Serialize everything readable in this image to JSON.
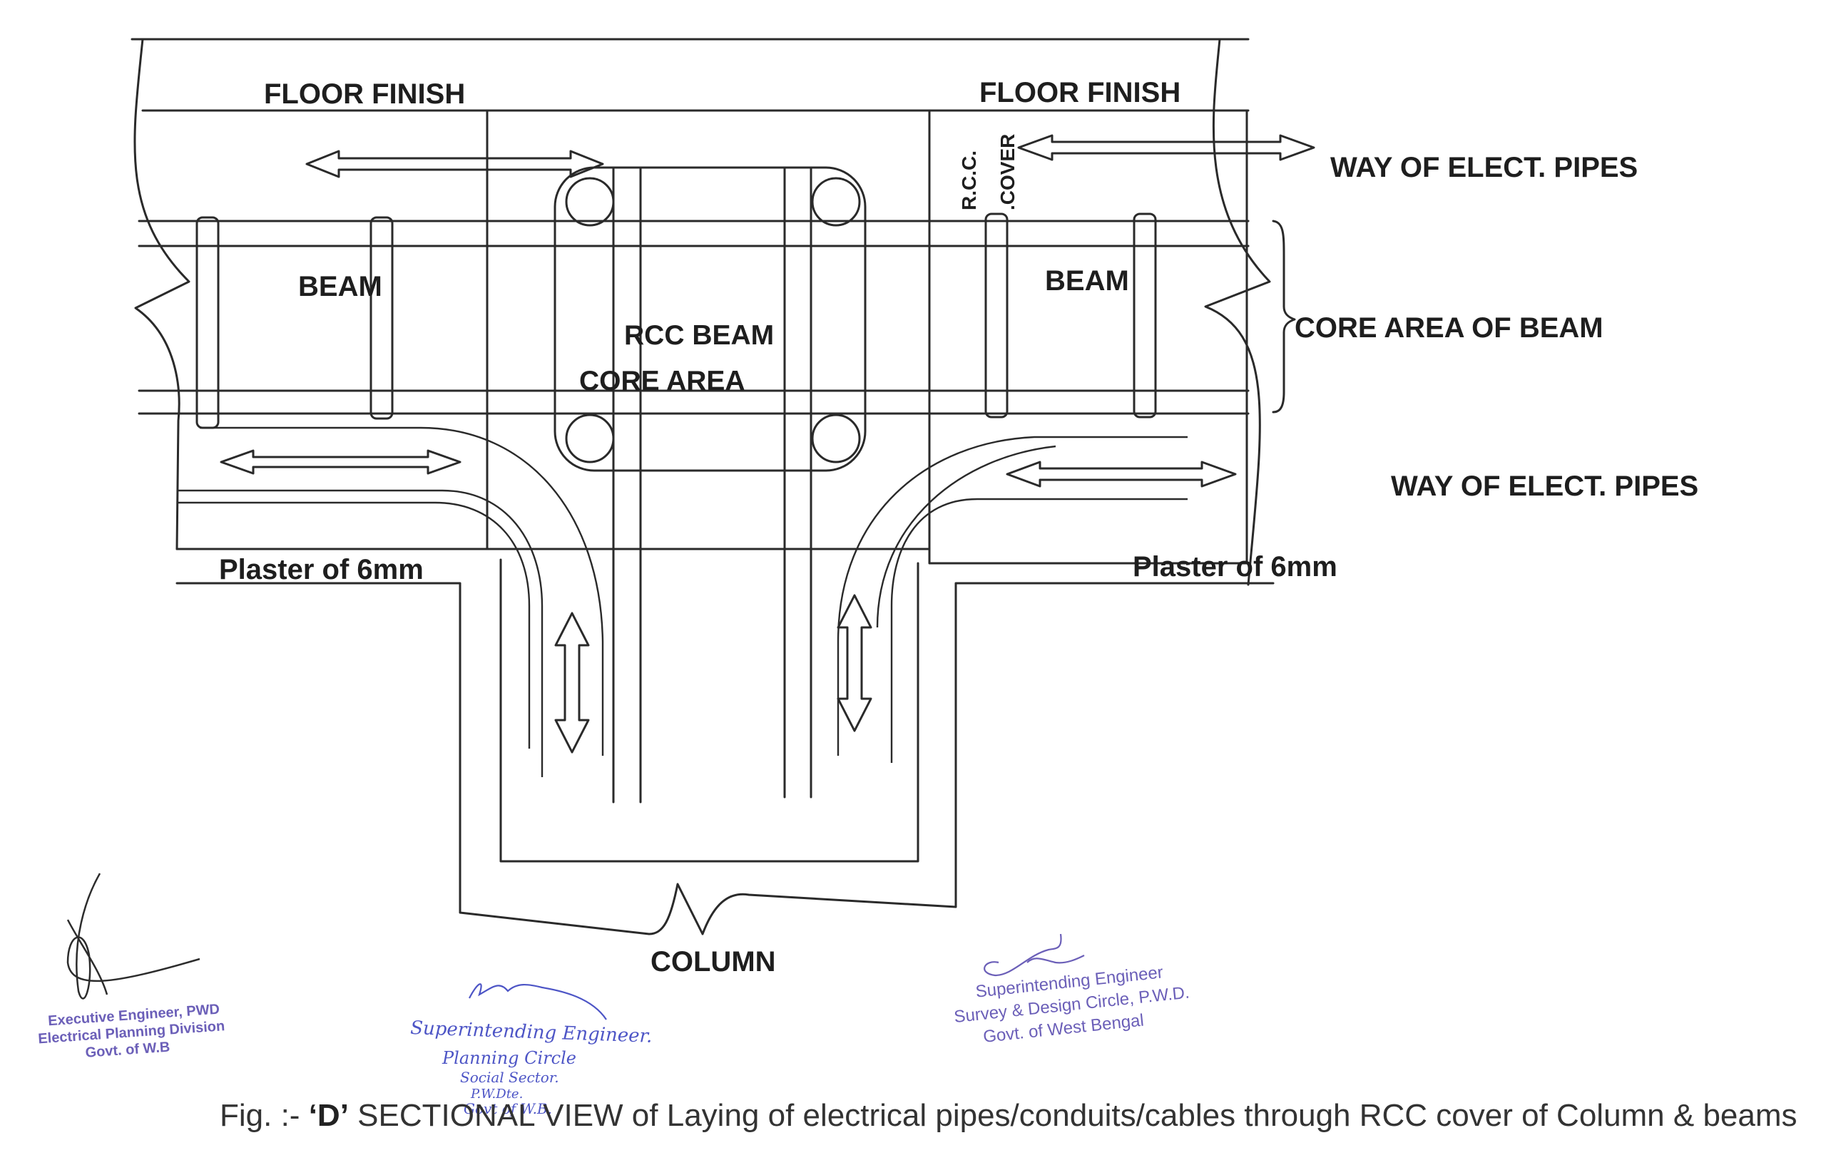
{
  "labels": {
    "floor_finish_left": "FLOOR  FINISH",
    "floor_finish_right": "FLOOR  FINISH",
    "way_elect_top": "WAY  OF ELECT. PIPES",
    "way_elect_mid": "WAY OF ELECT. PIPES",
    "rcc_cover_1": "R.C.C.",
    "rcc_cover_2": ".COVER",
    "beam_left": "BEAM",
    "beam_right": "BEAM",
    "rcc_beam": "RCC  BEAM",
    "core_area": "CORE  AREA",
    "core_area_of_beam": "CORE  AREA OF BEAM",
    "plaster_left": "Plaster  of 6mm",
    "plaster_right": "Plaster  of 6mm",
    "column": "COLUMN"
  },
  "stamps": {
    "executive": [
      "Executive Engineer, PWD",
      "Electrical Planning Division",
      "Govt. of W.B"
    ],
    "planning": [
      "Superintending Engineer.",
      "Planning Circle",
      "Social Sector.",
      "P.W.Dte.",
      "Govt of W.B."
    ],
    "survey": [
      "Superintending Engineer",
      "Survey & Design Circle, P.W.D.",
      "Govt. of West Bengal"
    ]
  },
  "caption": {
    "prefix": "Fig. :-  ",
    "emphasis": "‘D’",
    "text": " SECTIONAL  VIEW of Laying of electrical pipes/conduits/cables through RCC  cover of Column & beams"
  },
  "colors": {
    "line": "#2a2a2a",
    "stamp": "#6b5fb8",
    "ink": "#4d55c6"
  }
}
